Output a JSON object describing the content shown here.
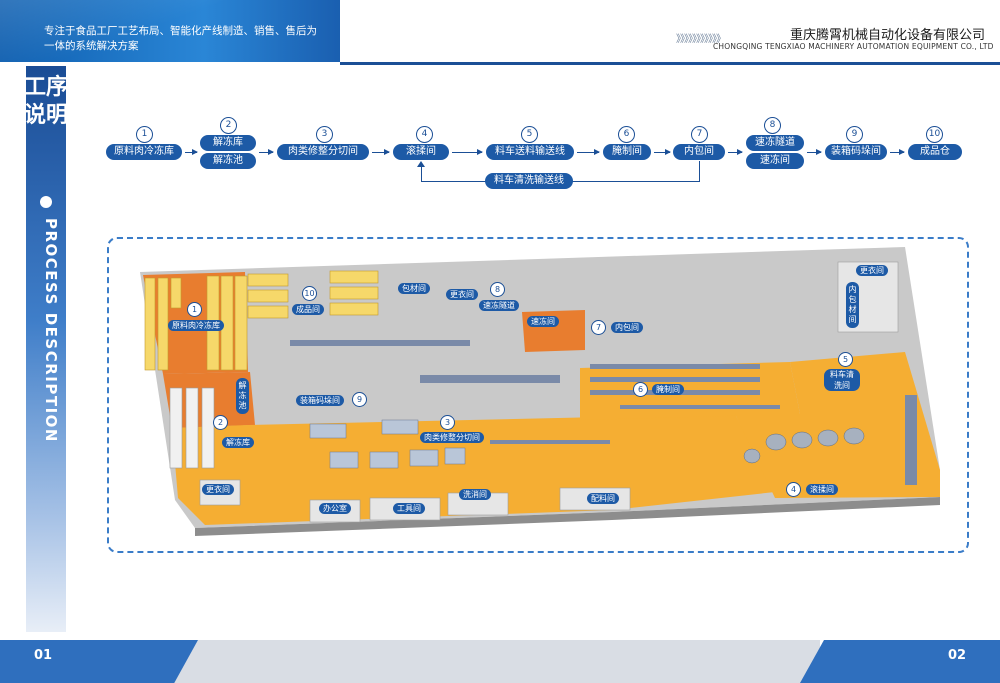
{
  "header": {
    "tagline": "专注于食品工厂工艺布局、智能化产线制造、销售、售后为一体的系统解决方案",
    "chevrons": "》》》》》》》》》》》",
    "company_cn": "重庆腾霄机械自动化设备有限公司",
    "company_en": "CHONGQING TENGXIAO MACHINERY AUTOMATION EQUIPMENT CO., LTD"
  },
  "sidebar": {
    "title": "工序说明",
    "subtitle": "PROCESS DESCRIPTION"
  },
  "process": {
    "steps": [
      {
        "num": "1",
        "labels": [
          "原料肉冷冻库"
        ]
      },
      {
        "num": "2",
        "labels": [
          "解冻库",
          "解冻池"
        ]
      },
      {
        "num": "3",
        "labels": [
          "肉类修整分切间"
        ]
      },
      {
        "num": "4",
        "labels": [
          "滚揉间"
        ]
      },
      {
        "num": "5",
        "labels": [
          "料车送料输送线"
        ]
      },
      {
        "num": "6",
        "labels": [
          "腌制间"
        ]
      },
      {
        "num": "7",
        "labels": [
          "内包间"
        ]
      },
      {
        "num": "8",
        "labels": [
          "速冻隧道",
          "速冻间"
        ]
      },
      {
        "num": "9",
        "labels": [
          "装箱码垛间"
        ]
      },
      {
        "num": "10",
        "labels": [
          "成品仓"
        ]
      }
    ],
    "return_line": "料车清洗输送线"
  },
  "plan": {
    "labels": {
      "raw_freezer": "原料肉冷冻库",
      "thaw_pool": "解冻池",
      "thaw_room": "解冻库",
      "changing_1": "更衣间",
      "product_store": "成品间",
      "packing_palletizing": "装箱码垛间",
      "trim_cut": "肉类修整分切间",
      "office": "办公室",
      "tool_room": "工具间",
      "wash_room": "洗消间",
      "batching_room": "配料间",
      "wrap_room": "包材间",
      "changing_2": "更衣间",
      "freeze_tunnel": "速冻隧道",
      "freeze_room": "速冻间",
      "inner_pack": "内包间",
      "changing_3": "更衣间",
      "inner_wrap_store": "内包材间",
      "cart_wash": "料车清洗间",
      "marinate": "腌制间",
      "tumble": "滚揉间"
    },
    "numbers": [
      "1",
      "2",
      "3",
      "4",
      "5",
      "6",
      "7",
      "8",
      "9",
      "10"
    ]
  },
  "footer": {
    "page_left": "01",
    "page_right": "02"
  },
  "colors": {
    "brand_blue": "#1d5aa6",
    "floor_orange": "#f5ae33",
    "freezer_orange": "#e87d2f",
    "header_blue": "#2a86d6"
  }
}
